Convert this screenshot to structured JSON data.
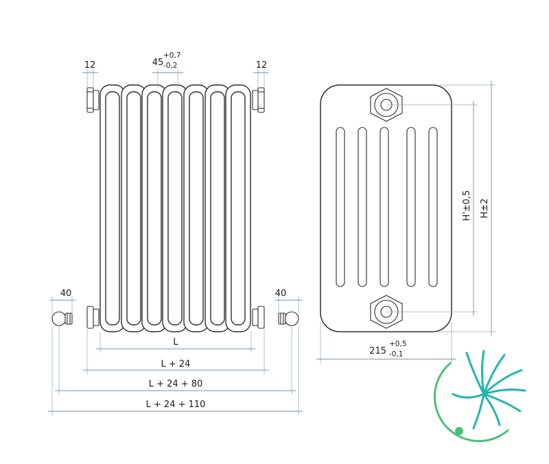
{
  "front_view": {
    "top_left_width": "12",
    "top_right_width": "12",
    "section_pitch": "45",
    "section_pitch_tol_plus": "+0,7",
    "section_pitch_tol_minus": "-0,2",
    "bottom_left_width": "40",
    "bottom_right_width": "40",
    "length_dims": [
      "L",
      "L + 24",
      "L + 24 + 80",
      "L + 24 + 110"
    ]
  },
  "side_view": {
    "height_inner": "H'±0,5",
    "height_total": "H±2",
    "depth": "215",
    "depth_tol_plus": "+0,5",
    "depth_tol_minus": "-0,1"
  },
  "colors": {
    "logo_teal": "#1fb5ad",
    "logo_green": "#4cbf7a",
    "dimension_line": "#6f8fa8",
    "outline": "#2b2b2b"
  }
}
